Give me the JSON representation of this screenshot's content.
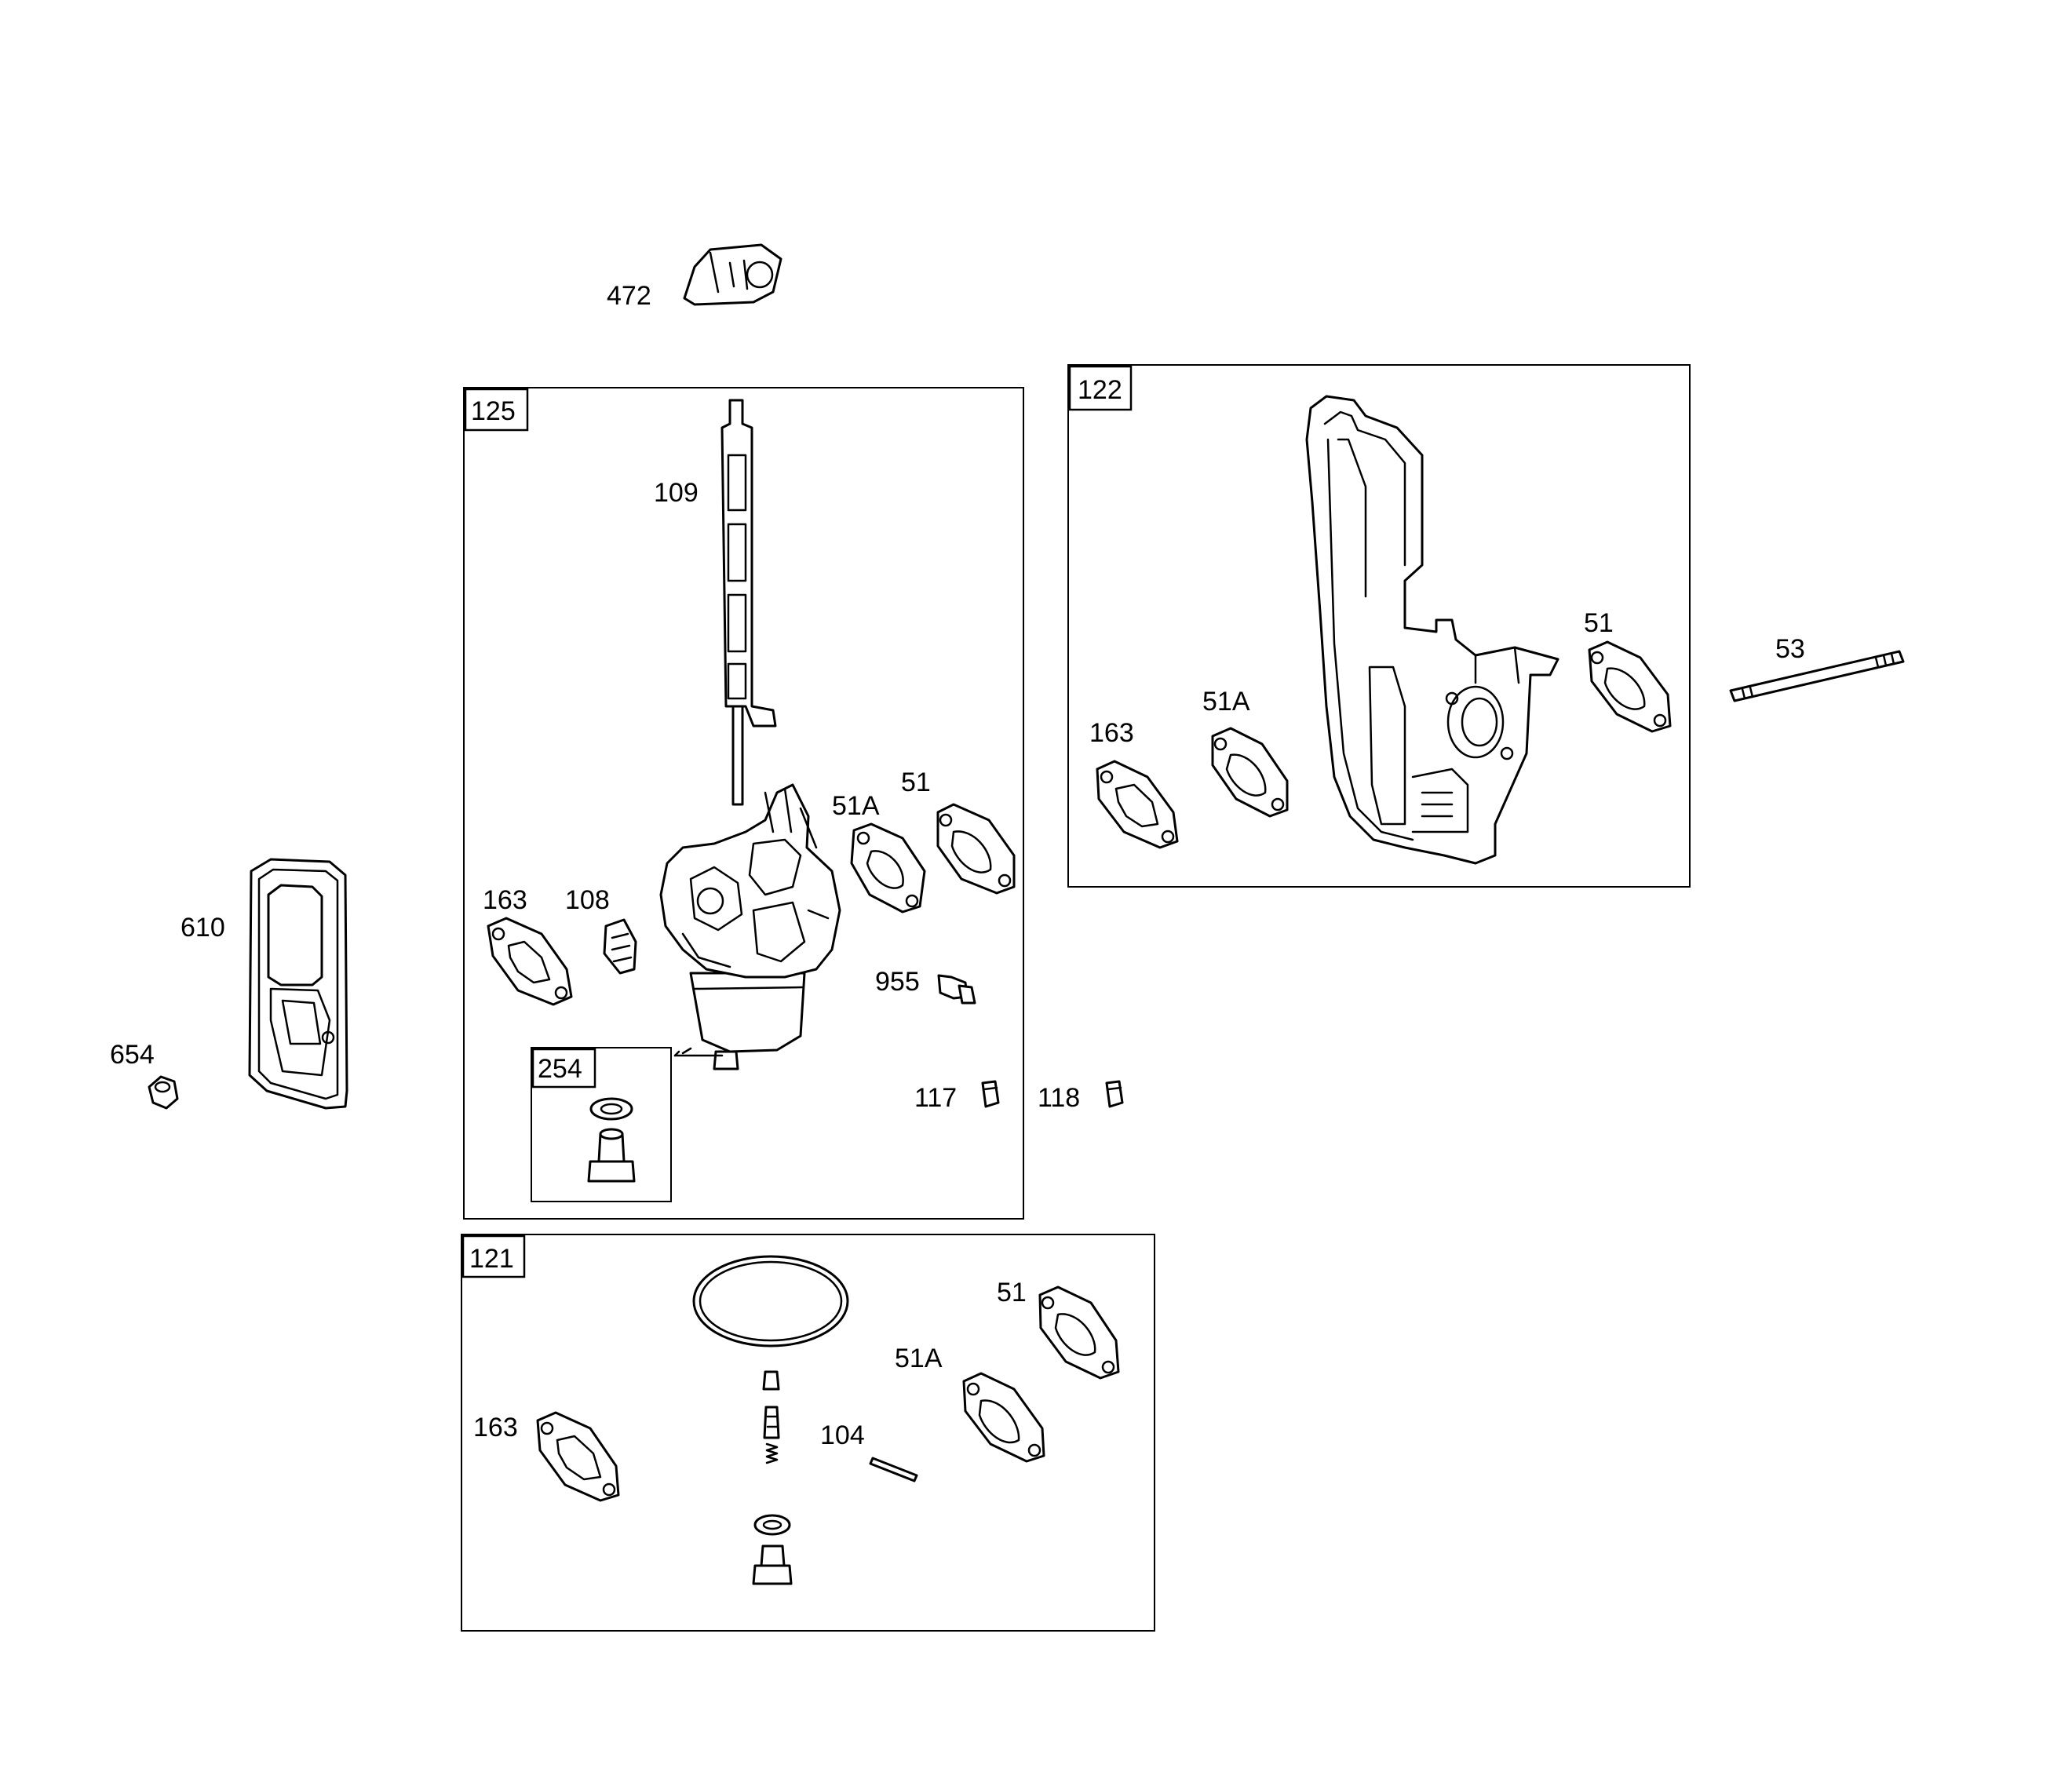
{
  "groups": {
    "g125": "125",
    "g122": "122",
    "g121": "121",
    "g254": "254"
  },
  "labels": {
    "p472": "472",
    "p109": "109",
    "p51A_carb": "51A",
    "p51_carb": "51",
    "p163_carb": "163",
    "p108": "108",
    "p955": "955",
    "p117": "117",
    "p118": "118",
    "p610": "610",
    "p654": "654",
    "p51_122": "51",
    "p51A_122": "51A",
    "p163_122": "163",
    "p53": "53",
    "p51_121": "51",
    "p51A_121": "51A",
    "p163_121": "163",
    "p104": "104"
  }
}
